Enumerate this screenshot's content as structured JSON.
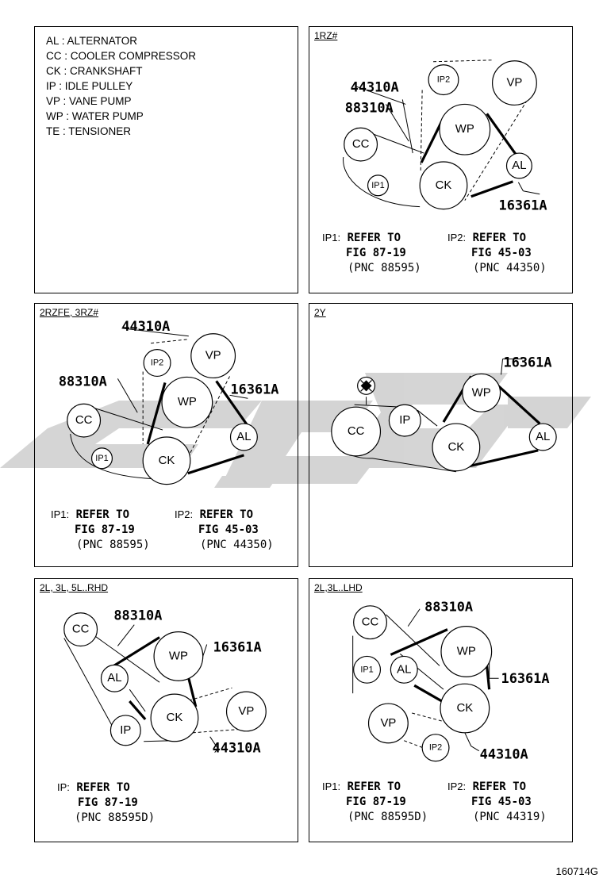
{
  "legend": {
    "items": [
      "AL : ALTERNATOR",
      "CC : COOLER COMPRESSOR",
      "CK : CRANKSHAFT",
      "IP : IDLE PULLEY",
      "VP : VANE PUMP",
      "WP : WATER PUMP",
      "TE : TENSIONER"
    ]
  },
  "panels": {
    "p1": {
      "tag": "1RZ#",
      "pulleys": {
        "ip2": "IP2",
        "vp": "VP",
        "wp": "WP",
        "cc": "CC",
        "ip1": "IP1",
        "ck": "CK",
        "al": "AL"
      },
      "parts": {
        "a": "44310A",
        "b": "88310A",
        "c": "16361A"
      },
      "refs": [
        {
          "key": "IP1:",
          "l1": "REFER TO",
          "l2": "FIG 87-19",
          "l3": "(PNC 88595)"
        },
        {
          "key": "IP2:",
          "l1": "REFER TO",
          "l2": "FIG 45-03",
          "l3": "(PNC 44350)"
        }
      ]
    },
    "p2": {
      "tag": "2RZFE, 3RZ#",
      "pulleys": {
        "ip2": "IP2",
        "vp": "VP",
        "wp": "WP",
        "cc": "CC",
        "ip1": "IP1",
        "ck": "CK",
        "al": "AL"
      },
      "parts": {
        "a": "44310A",
        "b": "88310A",
        "c": "16361A"
      },
      "refs": [
        {
          "key": "IP1:",
          "l1": "REFER TO",
          "l2": "FIG 87-19",
          "l3": "(PNC 88595)"
        },
        {
          "key": "IP2:",
          "l1": "REFER TO",
          "l2": "FIG 45-03",
          "l3": "(PNC 44350)"
        }
      ]
    },
    "p3": {
      "tag": "2Y",
      "pulleys": {
        "wp": "WP",
        "cc": "CC",
        "ip": "IP",
        "ck": "CK",
        "al": "AL"
      },
      "parts": {
        "c": "16361A"
      }
    },
    "p4": {
      "tag": "2L, 3L, 5L..RHD",
      "pulleys": {
        "cc": "CC",
        "wp": "WP",
        "al": "AL",
        "ck": "CK",
        "vp": "VP",
        "ip": "IP"
      },
      "parts": {
        "b": "88310A",
        "c": "16361A",
        "a": "44310A"
      },
      "refs": [
        {
          "key": "IP:",
          "l1": "REFER TO",
          "l2": "FIG 87-19",
          "l3": "(PNC 88595D)"
        }
      ]
    },
    "p5": {
      "tag": "2L,3L..LHD",
      "pulleys": {
        "cc": "CC",
        "ip1": "IP1",
        "al": "AL",
        "wp": "WP",
        "ck": "CK",
        "vp": "VP",
        "ip2": "IP2"
      },
      "parts": {
        "b": "88310A",
        "c": "16361A",
        "a": "44310A"
      },
      "refs": [
        {
          "key": "IP1:",
          "l1": "REFER TO",
          "l2": "FIG 87-19",
          "l3": "(PNC 88595D)"
        },
        {
          "key": "IP2:",
          "l1": "REFER TO",
          "l2": "FIG 45-03",
          "l3": "(PNC 44319)"
        }
      ]
    }
  },
  "figure_number": "160714G",
  "colors": {
    "ink": "#000000",
    "watermark": "#9a9a9a"
  }
}
